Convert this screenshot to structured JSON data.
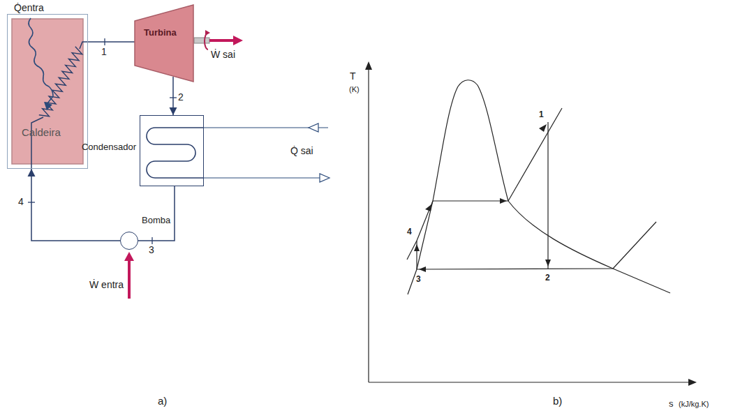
{
  "diagram": {
    "nodes": [
      {
        "text": [
          "Caldeira"
        ]
      },
      {
        "text": [
          "Turbina"
        ]
      },
      {
        "text": [
          "Condensador"
        ]
      },
      {
        "text": [
          "Bomba"
        ]
      }
    ],
    "edges": [
      {
        "from": 0,
        "to": 1,
        "arrow": "none",
        "label": "1"
      },
      {
        "from": 1,
        "to": 2,
        "arrow": "to",
        "label": "2"
      },
      {
        "from": 2,
        "to": 3,
        "arrow": "none",
        "label": "3"
      },
      {
        "from": 3,
        "to": 0,
        "arrow": "to",
        "label": "4"
      }
    ],
    "labels": [
      "Q̇entra",
      "Ẇ sai",
      "Q̇ sai",
      "Ẇ entra",
      "a)",
      "T",
      "(K)",
      "s",
      "(kJ/kg.K)",
      "1",
      "2",
      "3",
      "4",
      "b)"
    ]
  }
}
